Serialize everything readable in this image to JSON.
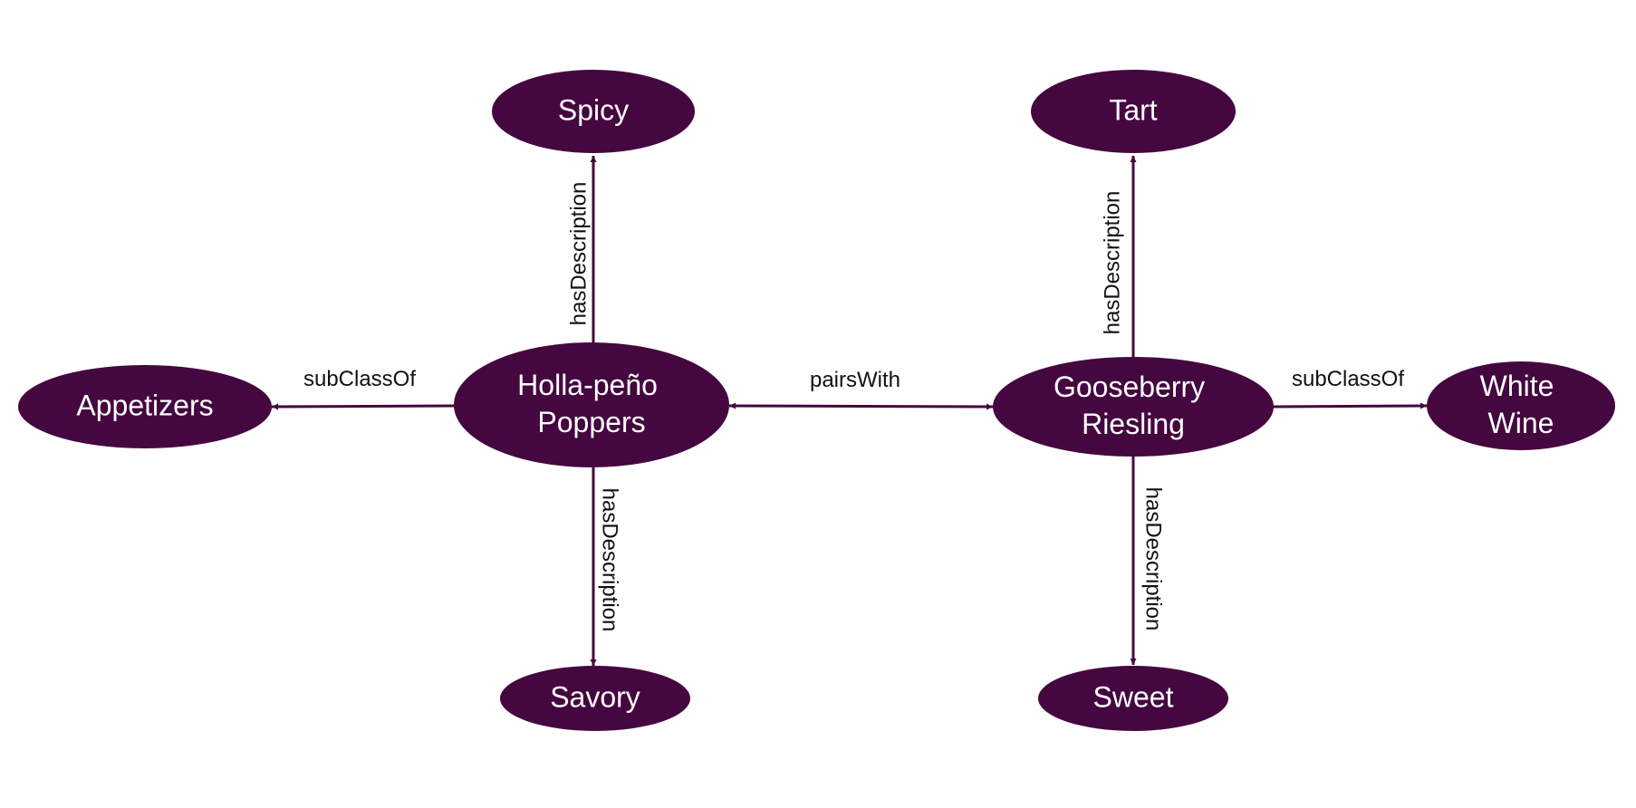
{
  "colors": {
    "node_fill": "#45073f",
    "node_text": "#ffffff",
    "edge": "#45073f",
    "edge_text": "#111111",
    "background": "#ffffff"
  },
  "nodes": {
    "spicy": {
      "label": "Spicy"
    },
    "tart": {
      "label": "Tart"
    },
    "appetizers": {
      "label": "Appetizers"
    },
    "poppers": {
      "lines": [
        "Holla-peño",
        "Poppers"
      ]
    },
    "riesling": {
      "lines": [
        "Gooseberry",
        "Riesling"
      ]
    },
    "white_wine": {
      "lines": [
        "White",
        "Wine"
      ]
    },
    "savory": {
      "label": "Savory"
    },
    "sweet": {
      "label": "Sweet"
    }
  },
  "edges": [
    {
      "from": "Holla-peño Poppers",
      "to": "Spicy",
      "label": "hasDescription"
    },
    {
      "from": "Holla-peño Poppers",
      "to": "Savory",
      "label": "hasDescription"
    },
    {
      "from": "Holla-peño Poppers",
      "to": "Appetizers",
      "label": "subClassOf"
    },
    {
      "from": "Holla-peño Poppers",
      "to": "Gooseberry Riesling",
      "label": "pairsWith",
      "bidirectional": true
    },
    {
      "from": "Gooseberry Riesling",
      "to": "Tart",
      "label": "hasDescription"
    },
    {
      "from": "Gooseberry Riesling",
      "to": "Sweet",
      "label": "hasDescription"
    },
    {
      "from": "Gooseberry Riesling",
      "to": "White Wine",
      "label": "subClassOf"
    }
  ]
}
